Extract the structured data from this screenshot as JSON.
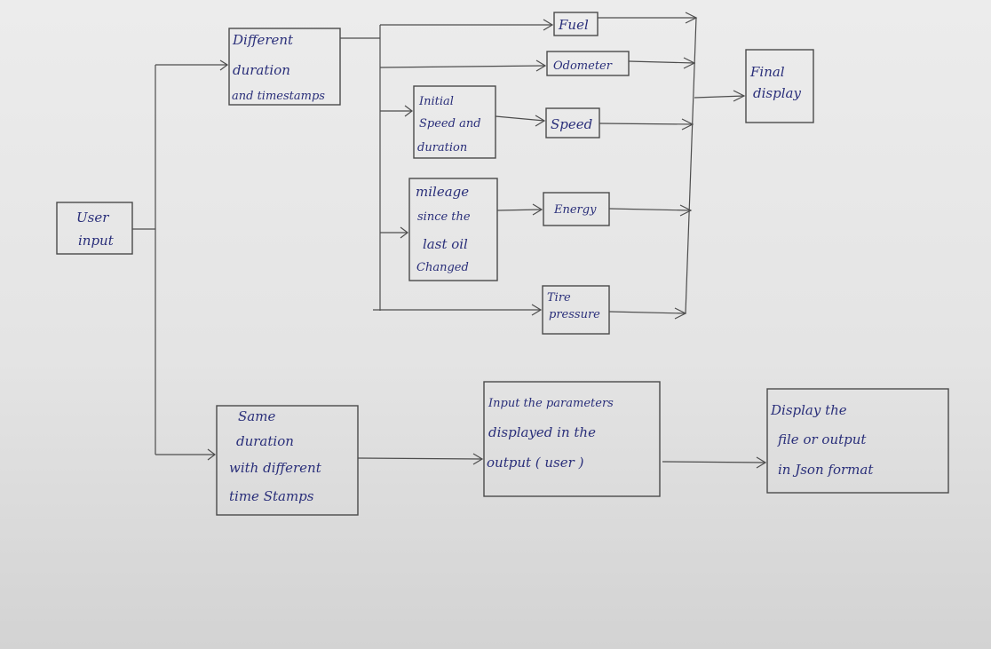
{
  "nodes": {
    "user_input": [
      "User",
      "input"
    ],
    "different_duration": [
      "Different",
      "duration",
      "and  timestamps"
    ],
    "initial_speed": [
      "Initial",
      "Speed  and",
      "duration"
    ],
    "mileage": [
      "mileage",
      "since   the",
      "last    oil",
      "Changed"
    ],
    "fuel": [
      "Fuel"
    ],
    "odometer": [
      "Odometer"
    ],
    "speed": [
      "Speed"
    ],
    "energy": [
      "Energy"
    ],
    "tire_pressure": [
      "Tire",
      "pressure"
    ],
    "final_display": [
      "Final",
      "display"
    ],
    "same_duration": [
      "Same",
      "duration",
      "with  different",
      "time   Stamps"
    ],
    "input_parameters": [
      "Input   the   parameters",
      "displayed    in  the",
      "output  ( user )"
    ],
    "display_json": [
      "Display    the",
      "file  or   output",
      "in    Json  format"
    ]
  },
  "colors": {
    "ink": "#2a2f7a",
    "pencil": "#4a4a4a",
    "paper": "#e9e9e9"
  }
}
